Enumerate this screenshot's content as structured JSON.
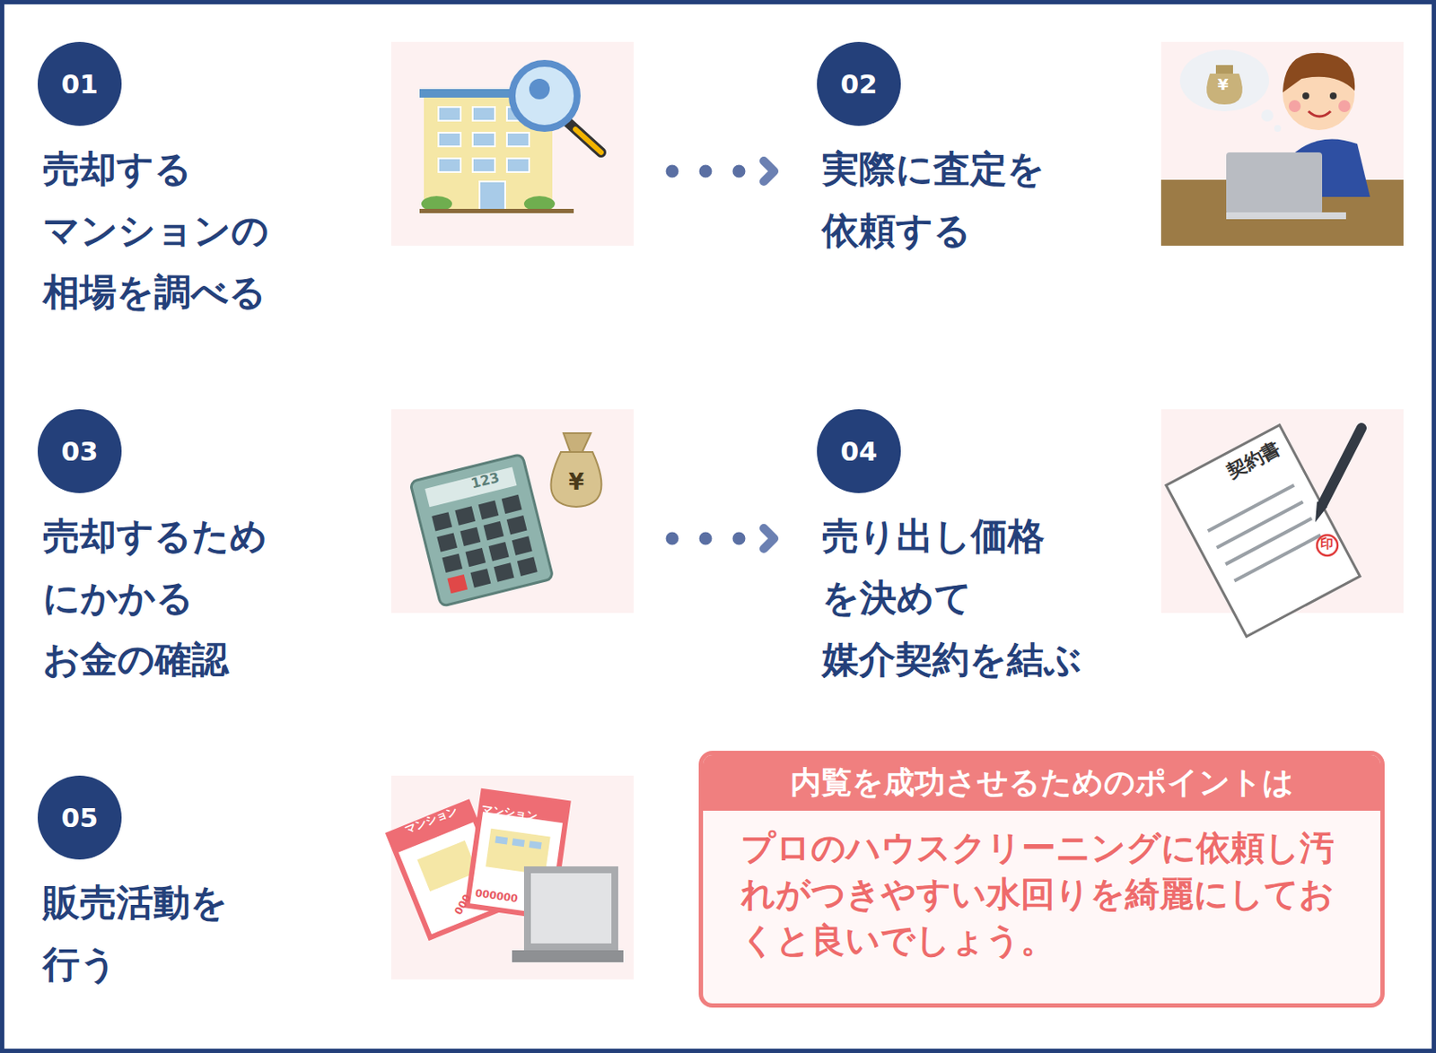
{
  "diagram": {
    "nodes": [
      {
        "text": [
          "01",
          "売却する マンションの 相場を調べる"
        ]
      },
      {
        "text": [
          "02",
          "実際に査定を 依頼する"
        ]
      },
      {
        "text": [
          "03",
          "売却するため にかかる お金の確認"
        ]
      },
      {
        "text": [
          "04",
          "売り出し価格 を決めて 媒介契約を結ぶ"
        ]
      },
      {
        "text": [
          "05",
          "販売活動を 行う"
        ]
      },
      {
        "text": [
          "内覧を成功させるためのポイントは",
          "プロのハウスクリーニングに依頼し汚れがつきやすい水回りを綺麗にしておくと良いでしょう。"
        ]
      }
    ],
    "edges": [
      {
        "from": 0,
        "to": 1,
        "arrow": "to"
      },
      {
        "from": 2,
        "to": 3,
        "arrow": "to"
      }
    ],
    "labels": [
      "¥",
      "123",
      "¥",
      "契約書",
      "印",
      "マンション",
      "マンション",
      "000000",
      "000"
    ]
  }
}
